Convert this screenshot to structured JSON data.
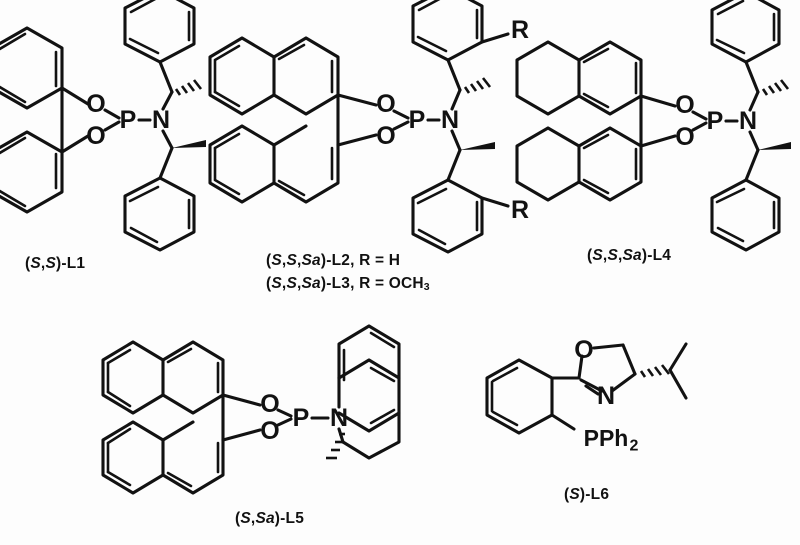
{
  "figure": {
    "kind": "chemical-structure-scheme",
    "background_color": "#fdfdfd",
    "ink_color": "#121212",
    "description": "Six chiral phosphorus ligand structures arranged in two rows"
  },
  "structures": [
    {
      "id": "L1",
      "label_html": "(<i>S</i>,<i>S</i>)-L1",
      "label_plain": "(S,S)-L1",
      "core": "biphenol",
      "phosphorus": "P",
      "nitrogen": "N",
      "oxygens": [
        "O",
        "O"
      ],
      "substituent": "bis(1-phenylethyl)amine"
    },
    {
      "id": "L2",
      "label_html": "(<i>S</i>,<i>S</i>,<i>Sa</i>)-L2, R = H",
      "label_plain": "(S,S,Sa)-L2, R = H",
      "core": "binaphthol",
      "phosphorus": "P",
      "nitrogen": "N",
      "oxygens": [
        "O",
        "O"
      ],
      "r_group_label": "R",
      "r_group_value": "H"
    },
    {
      "id": "L3",
      "label_html": "(<i>S</i>,<i>S</i>,<i>Sa</i>)-L3, R = OCH<sub>3</sub>",
      "label_plain": "(S,S,Sa)-L3, R = OCH3",
      "core": "binaphthol",
      "r_group_label": "R",
      "r_group_value": "OCH3"
    },
    {
      "id": "L4",
      "label_html": "(<i>S</i>,<i>S</i>,<i>Sa</i>)-L4",
      "label_plain": "(S,S,Sa)-L4",
      "core": "octahydro-binaphthol",
      "phosphorus": "P",
      "nitrogen": "N",
      "oxygens": [
        "O",
        "O"
      ],
      "substituent": "bis(1-phenylethyl)amine"
    },
    {
      "id": "L5",
      "label_html": "(<i>S</i>,<i>Sa</i>)-L5",
      "label_plain": "(S,Sa)-L5",
      "core": "binaphthol",
      "phosphorus": "P",
      "nitrogen": "N",
      "oxygens": [
        "O",
        "O"
      ],
      "substituent": "2-methyl-tetrahydroquinoline"
    },
    {
      "id": "L6",
      "label_html": "(<i>S</i>)-L6",
      "label_plain": "(S)-L6",
      "core": "phenyl-oxazoline",
      "oxygen": "O",
      "nitrogen": "N",
      "phosphine": "PPh",
      "phosphine_sub": "2",
      "phosphine_full": "PPh2",
      "substituent": "isopropyl"
    }
  ],
  "atom_glyphs": {
    "phosphorus": "P",
    "nitrogen": "N",
    "oxygen": "O",
    "r_group": "R",
    "phosphine_label": "PPh",
    "phosphine_subscript": "2"
  }
}
